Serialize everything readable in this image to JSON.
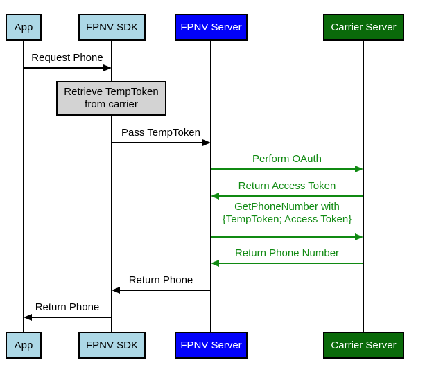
{
  "diagram": {
    "type": "sequence-diagram",
    "colors": {
      "actor_light_blue": "#ADD8E6",
      "actor_blue": "#0202FA",
      "actor_dark_green": "#0A6A0A",
      "note_gray": "#D3D3D3",
      "message_green": "#108A12",
      "message_black": "#000000"
    },
    "actors": [
      {
        "label": "App"
      },
      {
        "label": "FPNV SDK"
      },
      {
        "label": "FPNV Server"
      },
      {
        "label": "Carrier Server"
      }
    ],
    "note": {
      "line1": "Retrieve TempToken",
      "line2": "from carrier"
    },
    "messages": [
      {
        "label": "Request Phone",
        "from": "App",
        "to": "FPNV SDK",
        "color": "black",
        "direction": "right"
      },
      {
        "label": "Pass TempToken",
        "from": "FPNV SDK",
        "to": "FPNV Server",
        "color": "black",
        "direction": "right"
      },
      {
        "label": "Perform OAuth",
        "from": "FPNV Server",
        "to": "Carrier Server",
        "color": "green",
        "direction": "right"
      },
      {
        "label": "Return Access Token",
        "from": "Carrier Server",
        "to": "FPNV Server",
        "color": "green",
        "direction": "left"
      },
      {
        "label_line1": "GetPhoneNumber with",
        "label_line2": "{TempToken; Access Token}",
        "from": "FPNV Server",
        "to": "Carrier Server",
        "color": "green",
        "direction": "right"
      },
      {
        "label": "Return Phone Number",
        "from": "Carrier Server",
        "to": "FPNV Server",
        "color": "green",
        "direction": "left"
      },
      {
        "label": "Return Phone",
        "from": "FPNV Server",
        "to": "FPNV SDK",
        "color": "black",
        "direction": "left"
      },
      {
        "label": "Return Phone",
        "from": "FPNV SDK",
        "to": "App",
        "color": "black",
        "direction": "left"
      }
    ]
  }
}
